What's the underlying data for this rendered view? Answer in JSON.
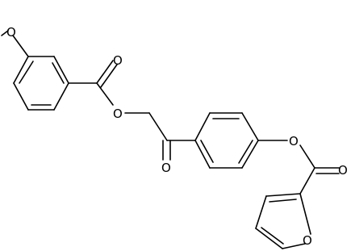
{
  "atom_labels": {
    "o_methoxy": "O",
    "o_carbonyl_1": "O",
    "o_ester_1": "O",
    "o_ketone": "O",
    "o_ester_2": "O",
    "o_carbonyl_2": "O",
    "o_furan": "O"
  },
  "colors": {
    "bond": "#000000",
    "label": "#000000",
    "background": "#ffffff"
  }
}
